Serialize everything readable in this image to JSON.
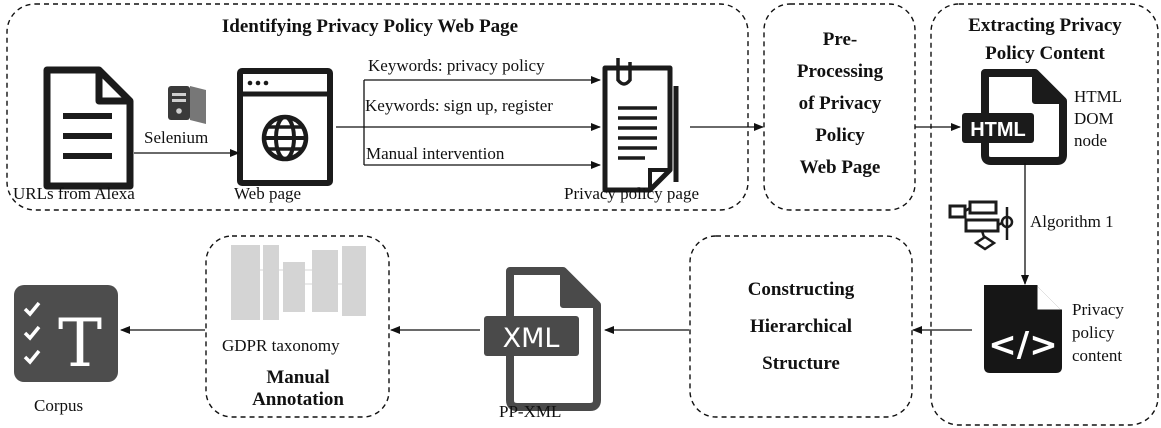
{
  "sections": {
    "identify_title": "Identifying Privacy Policy Web Page",
    "preprocess_title": [
      "Pre-",
      "Processing",
      "of Privacy",
      "Policy",
      "Web Page"
    ],
    "extract_title": [
      "Extracting Privacy",
      "Policy Content"
    ],
    "construct_title": [
      "Constructing",
      "Hierarchical",
      "Structure"
    ],
    "annotate_title": [
      "Manual",
      "Annotation"
    ]
  },
  "labels": {
    "urls": "URLs from Alexa",
    "selenium": "Selenium",
    "webpage": "Web page",
    "kw1": "Keywords: privacy policy",
    "kw2": "Keywords: sign up, register",
    "manual": "Manual intervention",
    "pp_page": "Privacy policy page",
    "html_dom": [
      "HTML",
      "DOM",
      "node"
    ],
    "algorithm": "Algorithm 1",
    "pp_content": [
      "Privacy",
      "policy",
      "content"
    ],
    "ppxml": "PP-XML",
    "gdpr": "GDPR taxonomy",
    "corpus": "Corpus"
  },
  "icons": {
    "html_text": "HTML",
    "xml_text": "XML",
    "code_text": "</>",
    "corpus_letter": "T"
  },
  "colors": {
    "ink": "#111111",
    "icon_dark": "#1b1b1b",
    "icon_gray": "#4a4a4a",
    "icon_light": "#e6e6e6"
  }
}
